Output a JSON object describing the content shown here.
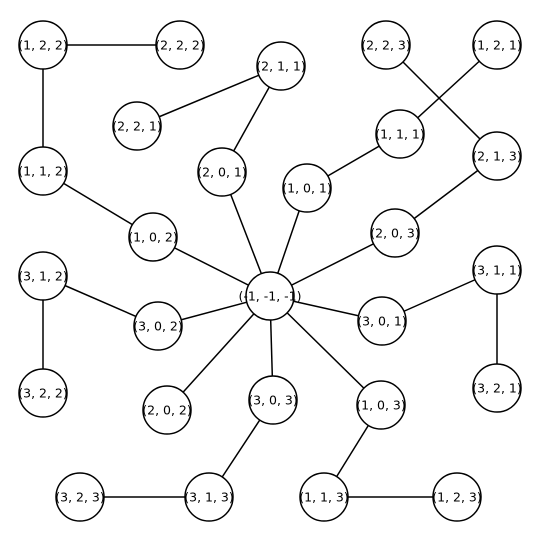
{
  "diagram": {
    "type": "tree",
    "nodes": [
      {
        "id": "root",
        "label": "(-1, -1, -1)"
      },
      {
        "id": "n102",
        "label": "(1, 0, 2)"
      },
      {
        "id": "n112",
        "label": "(1, 1, 2)"
      },
      {
        "id": "n122",
        "label": "(1, 2, 2)"
      },
      {
        "id": "n222",
        "label": "(2, 2, 2)"
      },
      {
        "id": "n201",
        "label": "(2, 0, 1)"
      },
      {
        "id": "n211",
        "label": "(2, 1, 1)"
      },
      {
        "id": "n221",
        "label": "(2, 2, 1)"
      },
      {
        "id": "n101",
        "label": "(1, 0, 1)"
      },
      {
        "id": "n111",
        "label": "(1, 1, 1)"
      },
      {
        "id": "n121",
        "label": "(1, 2, 1)"
      },
      {
        "id": "n203",
        "label": "(2, 0, 3)"
      },
      {
        "id": "n213",
        "label": "(2, 1, 3)"
      },
      {
        "id": "n223",
        "label": "(2, 2, 3)"
      },
      {
        "id": "n302",
        "label": "(3, 0, 2)"
      },
      {
        "id": "n312",
        "label": "(3, 1, 2)"
      },
      {
        "id": "n322",
        "label": "(3, 2, 2)"
      },
      {
        "id": "n301",
        "label": "(3, 0, 1)"
      },
      {
        "id": "n311",
        "label": "(3, 1, 1)"
      },
      {
        "id": "n321",
        "label": "(3, 2, 1)"
      },
      {
        "id": "n202",
        "label": "(2, 0, 2)"
      },
      {
        "id": "n303",
        "label": "(3, 0, 3)"
      },
      {
        "id": "n313",
        "label": "(3, 1, 3)"
      },
      {
        "id": "n323",
        "label": "(3, 2, 3)"
      },
      {
        "id": "n103",
        "label": "(1, 0, 3)"
      },
      {
        "id": "n113",
        "label": "(1, 1, 3)"
      },
      {
        "id": "n123",
        "label": "(1, 2, 3)"
      }
    ],
    "edges": [
      [
        "root",
        "n102"
      ],
      [
        "n102",
        "n112"
      ],
      [
        "n112",
        "n122"
      ],
      [
        "n122",
        "n222"
      ],
      [
        "root",
        "n201"
      ],
      [
        "n201",
        "n211"
      ],
      [
        "n211",
        "n221"
      ],
      [
        "root",
        "n101"
      ],
      [
        "n101",
        "n111"
      ],
      [
        "n111",
        "n121"
      ],
      [
        "root",
        "n203"
      ],
      [
        "n203",
        "n213"
      ],
      [
        "n213",
        "n223"
      ],
      [
        "root",
        "n302"
      ],
      [
        "n302",
        "n312"
      ],
      [
        "n312",
        "n322"
      ],
      [
        "root",
        "n301"
      ],
      [
        "n301",
        "n311"
      ],
      [
        "n311",
        "n321"
      ],
      [
        "root",
        "n202"
      ],
      [
        "root",
        "n303"
      ],
      [
        "n303",
        "n313"
      ],
      [
        "n313",
        "n323"
      ],
      [
        "root",
        "n103"
      ],
      [
        "n103",
        "n113"
      ],
      [
        "n113",
        "n123"
      ]
    ]
  }
}
